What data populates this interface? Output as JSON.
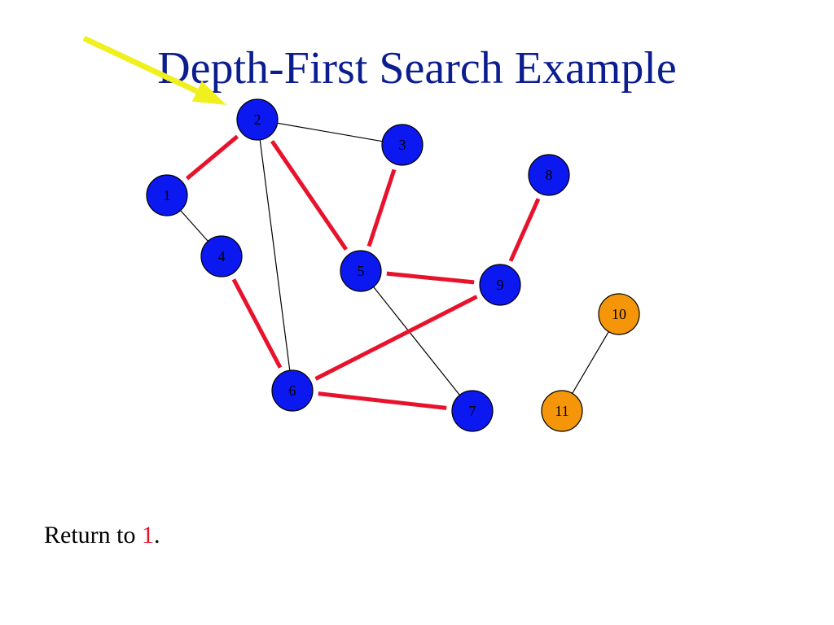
{
  "slide": {
    "title": "Depth-First Search Example",
    "caption_prefix": "Return to ",
    "caption_highlight": "1",
    "caption_suffix": "."
  },
  "colors": {
    "title": "#0b1d8f",
    "visited_node": "#0b19f0",
    "unvisited_node": "#f5960a",
    "tree_edge": "#e8122d",
    "non_tree_edge": "#000000",
    "pointer_arrow": "#f0f01e",
    "highlight_text": "#e8122d"
  },
  "graph": {
    "nodes": [
      {
        "id": "1",
        "label": "1",
        "state": "visited"
      },
      {
        "id": "2",
        "label": "2",
        "state": "visited"
      },
      {
        "id": "3",
        "label": "3",
        "state": "visited"
      },
      {
        "id": "4",
        "label": "4",
        "state": "visited"
      },
      {
        "id": "5",
        "label": "5",
        "state": "visited"
      },
      {
        "id": "6",
        "label": "6",
        "state": "visited"
      },
      {
        "id": "7",
        "label": "7",
        "state": "visited"
      },
      {
        "id": "8",
        "label": "8",
        "state": "visited"
      },
      {
        "id": "9",
        "label": "9",
        "state": "visited"
      },
      {
        "id": "10",
        "label": "10",
        "state": "unvisited"
      },
      {
        "id": "11",
        "label": "11",
        "state": "unvisited"
      }
    ],
    "edges": [
      {
        "from": "1",
        "to": "2",
        "kind": "tree"
      },
      {
        "from": "1",
        "to": "4",
        "kind": "non-tree"
      },
      {
        "from": "2",
        "to": "3",
        "kind": "non-tree"
      },
      {
        "from": "2",
        "to": "5",
        "kind": "tree"
      },
      {
        "from": "2",
        "to": "6",
        "kind": "non-tree"
      },
      {
        "from": "3",
        "to": "5",
        "kind": "tree"
      },
      {
        "from": "4",
        "to": "6",
        "kind": "tree"
      },
      {
        "from": "5",
        "to": "9",
        "kind": "tree"
      },
      {
        "from": "5",
        "to": "7",
        "kind": "non-tree"
      },
      {
        "from": "8",
        "to": "9",
        "kind": "tree"
      },
      {
        "from": "6",
        "to": "9",
        "kind": "tree"
      },
      {
        "from": "6",
        "to": "7",
        "kind": "tree"
      },
      {
        "from": "10",
        "to": "11",
        "kind": "non-tree"
      }
    ],
    "pointer_target": "2"
  }
}
